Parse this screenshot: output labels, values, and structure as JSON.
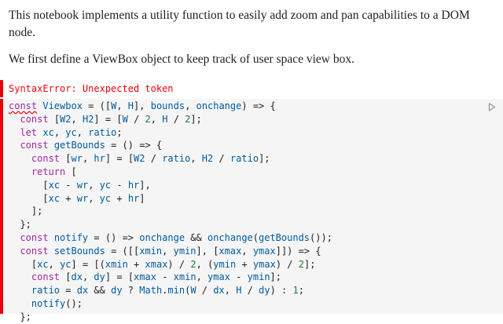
{
  "text": {
    "intro": "This notebook implements a utility function to easily add zoom and pan capabilities to a DOM node.",
    "first": "We first define a ViewBox object to keep track of user space view box."
  },
  "error": {
    "message": "SyntaxError: Unexpected token"
  },
  "cell": {
    "run_icon": "play-icon",
    "code_lines": [
      "const Viewbox = ([W, H], bounds, onchange) => {",
      "  const [W2, H2] = [W / 2, H / 2];",
      "  let xc, yc, ratio;",
      "  const getBounds = () => {",
      "    const [wr, hr] = [W2 / ratio, H2 / ratio];",
      "    return [",
      "      [xc - wr, yc - hr],",
      "      [xc + wr, yc + hr]",
      "    ];",
      "  };",
      "  const notify = () => onchange && onchange(getBounds());",
      "  const setBounds = ([[xmin, ymin], [xmax, ymax]]) => {",
      "    [xc, yc] = [(xmin + xmax) / 2, (ymin + ymax) / 2];",
      "    const [dx, dy] = [xmax - xmin, ymax - ymin];",
      "    ratio = dx && dy ? Math.min(W / dx, H / dy) : 1;",
      "    notify();",
      "  };"
    ]
  },
  "colors": {
    "error": "#e7040f",
    "code_background": "#f5f5f5",
    "keyword": "#a626a4",
    "variable": "#005a9e",
    "number": "#1a7f37"
  }
}
